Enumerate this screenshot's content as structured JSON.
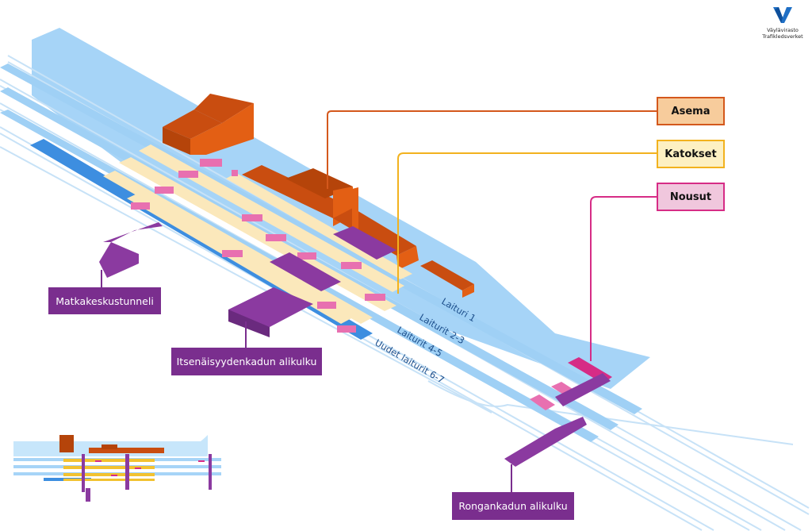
{
  "logo": {
    "name_fi": "Väylävirasto",
    "name_sv": "Trafikledsverket",
    "brand_color": "#1f6fc5"
  },
  "legend": [
    {
      "label": "Asema",
      "fill": "#f7cc9c",
      "border": "#d4581c"
    },
    {
      "label": "Katokset",
      "fill": "#fdf0c2",
      "border": "#f2b21e"
    },
    {
      "label": "Nousut",
      "fill": "#f0c7dd",
      "border": "#d62c86"
    }
  ],
  "platforms": [
    "Laituri 1",
    "Laiturit 2-3",
    "Laiturit 4-5",
    "Uudet laiturit 6-7"
  ],
  "underpasses": [
    "Matkakeskustunneli",
    "Itsenäisyydenkadun alikulku",
    "Rongankadun alikulku"
  ],
  "colors": {
    "area": "#9fd0f5",
    "platform_new": "#3d8ee0",
    "track": "#c7e2f7",
    "station": "#e0580f",
    "station_dark": "#b5440a",
    "canopy": "#fbe8bb",
    "stairs": "#e870b0",
    "tunnel": "#8b3aa0",
    "tunnel_dark": "#6a2a7e"
  }
}
